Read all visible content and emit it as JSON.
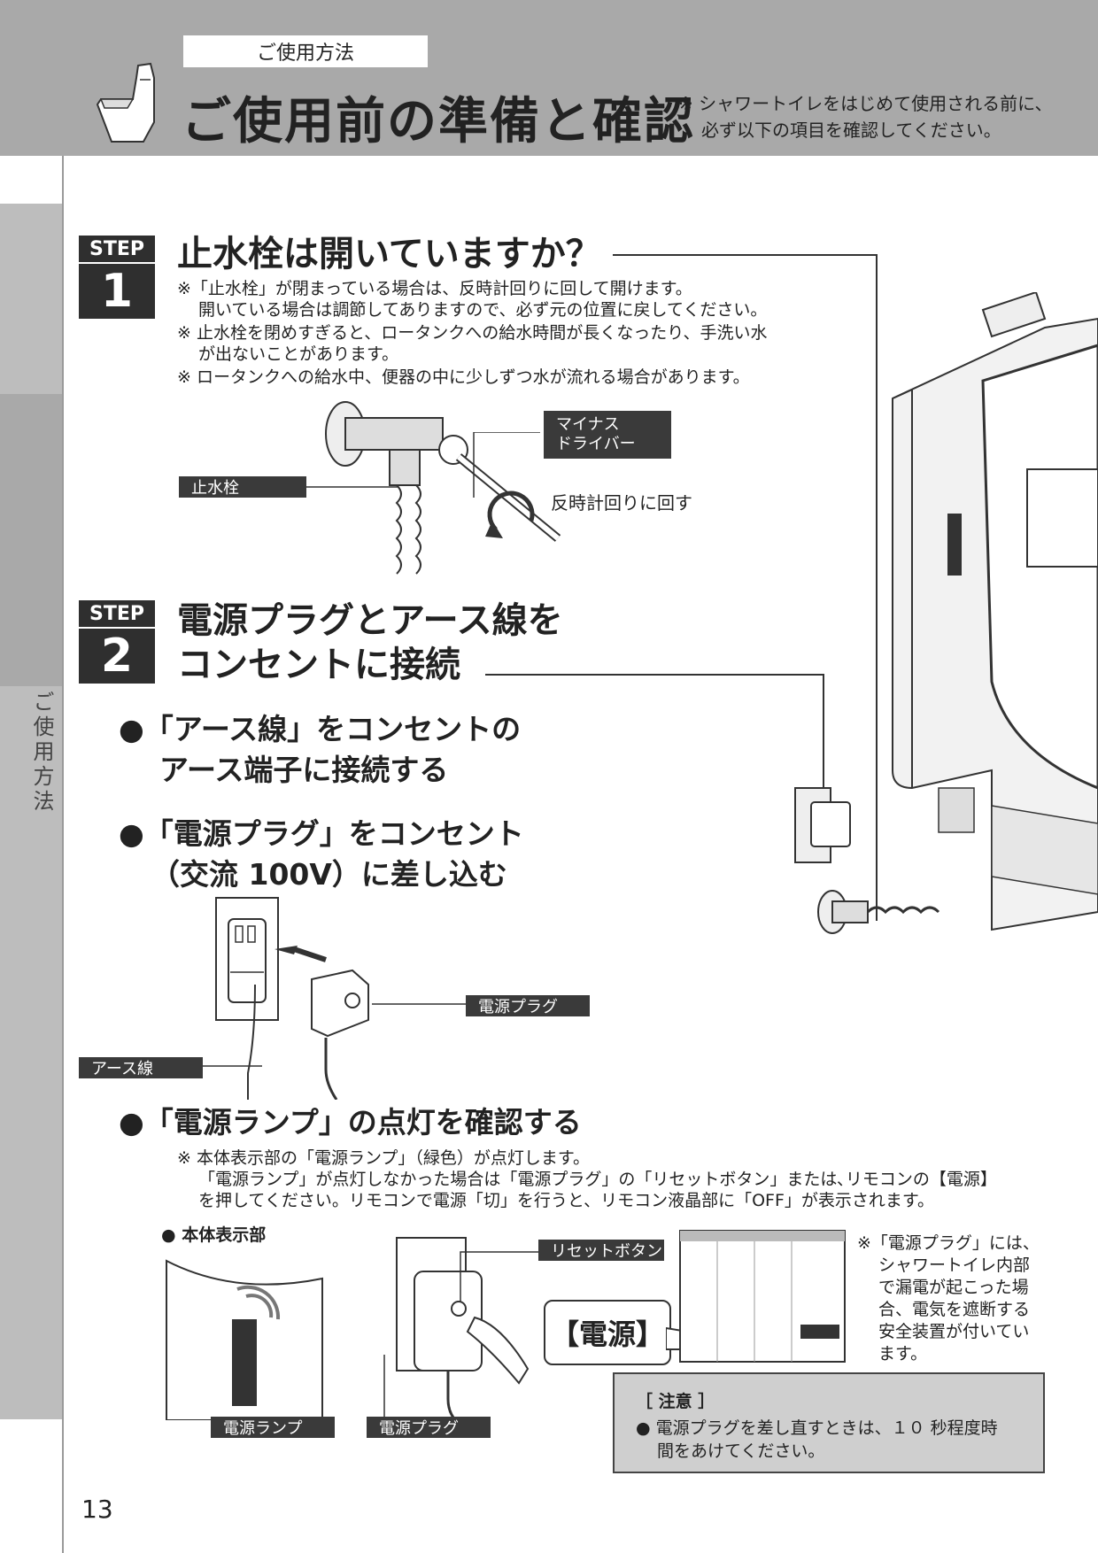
{
  "header": {
    "section_tab": "ご使用方法",
    "title": "ご使用前の準備と確認",
    "note_line1": "※ シャワートイレをはじめて使用される前に、",
    "note_line2": "必ず以下の項目を確認してください。",
    "icon": "toilet-icon"
  },
  "side": {
    "label": "ご使用方法"
  },
  "step1": {
    "tag": "STEP",
    "number": "1",
    "title": "止水栓は開いていますか？",
    "notes": [
      "※「止水栓」が閉まっている場合は、反時計回りに回して開けます。",
      "開いている場合は調節してありますので、必ず元の位置に戻してください。",
      "※ 止水栓を閉めすぎると、ロータンクへの給水時間が長くなったり、手洗い水",
      "が出ないことがあります。",
      "※ ロータンクへの給水中、便器の中に少しずつ水が流れる場合があります。"
    ],
    "label_valve": "止水栓",
    "label_driver_line1": "マイナス",
    "label_driver_line2": "ドライバー",
    "rotate_text": "反時計回りに回す"
  },
  "step2": {
    "tag": "STEP",
    "number": "2",
    "title_line1": "電源プラグとアース線を",
    "title_line2": "コンセントに接続",
    "bullet1_line1": "●「アース線」をコンセントの",
    "bullet1_line2": "アース端子に接続する",
    "bullet2_line1": "●「電源プラグ」をコンセント",
    "bullet2_line2": "（交流 100V）に差し込む",
    "label_plug": "電源プラグ",
    "label_earth": "アース線",
    "bullet3": "●「電源ランプ」の点灯を確認する",
    "notes": [
      "※ 本体表示部の「電源ランプ」（緑色）が点灯します。",
      "「電源ランプ」が点灯しなかった場合は「電源プラグ」の「リセットボタン」または､リモコンの【電源】",
      "を押してください。リモコンで電源「切」を行うと、リモコン液晶部に「OFF」が表示されます。"
    ],
    "display_heading": "● 本体表示部",
    "label_power_lamp": "電源ランプ",
    "label_plug2": "電源プラグ",
    "label_reset": "リセットボタン",
    "power_callout": "【電源】",
    "side_note": [
      "※「電源プラグ」には、",
      "シャワートイレ内部",
      "で漏電が起こった場",
      "合、電気を遮断する",
      "安全装置が付いてい",
      "ます。"
    ]
  },
  "caution": {
    "heading": "［ 注意 ］",
    "line1": "● 電源プラグを差し直すときは、１０ 秒程度時",
    "line2": "間をあけてください。"
  },
  "page_number": "13"
}
